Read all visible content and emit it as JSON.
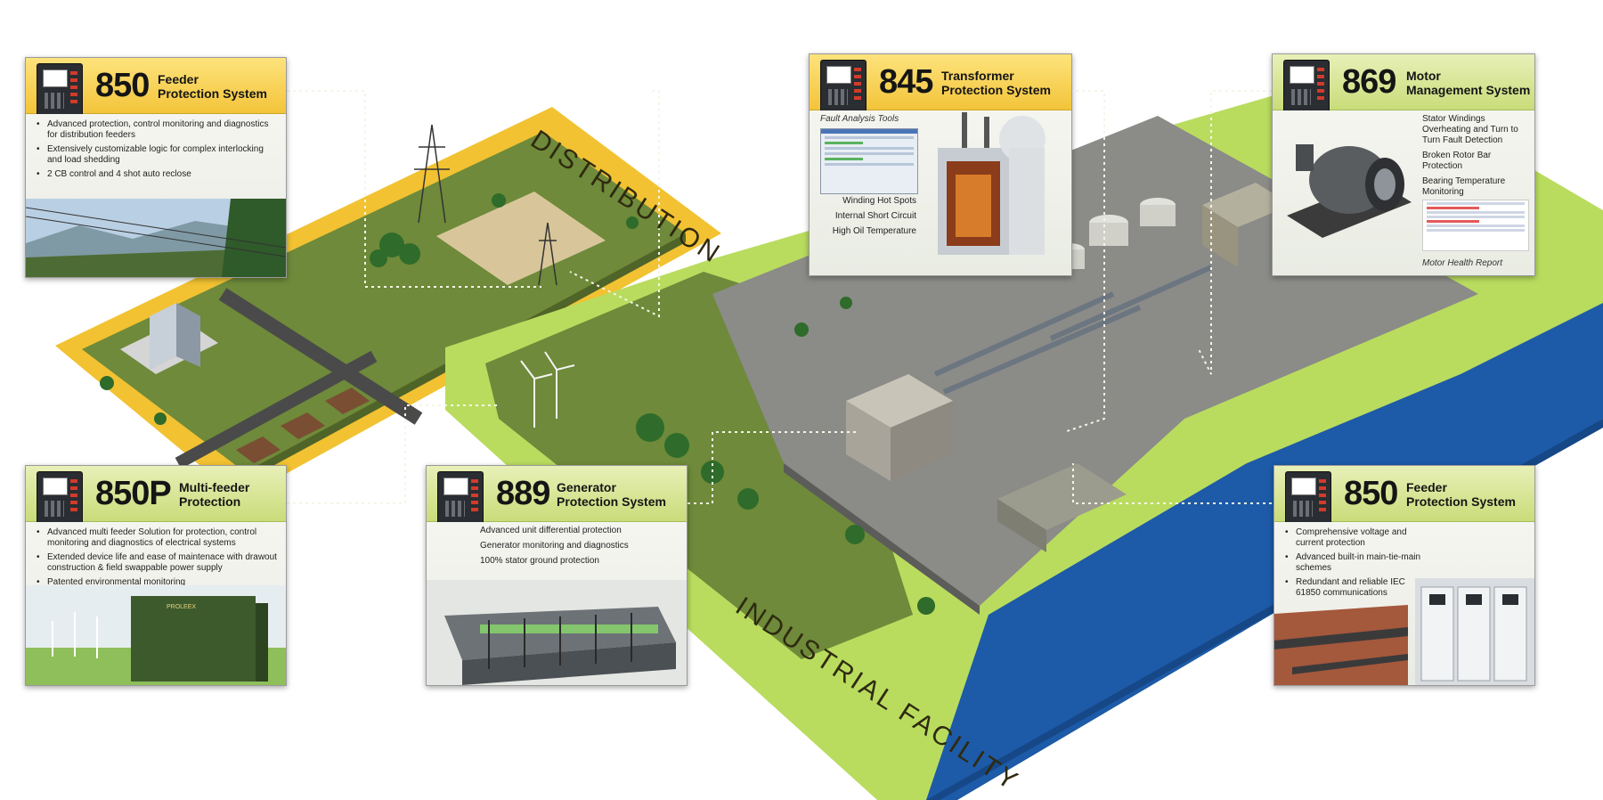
{
  "zones": {
    "distribution": "DISTRIBUTION",
    "industrial": "INDUSTRIAL FACILITY"
  },
  "colors": {
    "distribution_bg": "#f2c232",
    "industrial_bg": "#b9dc5f",
    "grass": "#6e8a3a",
    "water": "#1d5aa8",
    "card_header_yellow": "#f3c43a",
    "card_header_green": "#c9dc7a"
  },
  "cards": {
    "c850a": {
      "number": "850",
      "title_line1": "Feeder",
      "title_line2": "Protection System",
      "bullets": [
        "Advanced protection, control monitoring and diagnostics for distribution feeders",
        "Extensively customizable logic for complex interlocking and load shedding",
        "2 CB control and 4 shot auto reclose"
      ]
    },
    "c850p": {
      "number": "850P",
      "title_line1": "Multi-feeder",
      "title_line2": "Protection",
      "bullets": [
        "Advanced multi feeder Solution for protection, control monitoring and diagnostics of electrical systems",
        "Extended device life and ease of maintenace with drawout construction & field swappable power supply",
        "Patented environmental monitoring"
      ],
      "brand": "PROLEEX"
    },
    "c889": {
      "number": "889",
      "title_line1": "Generator",
      "title_line2": "Protection System",
      "callouts": [
        "Advanced unit differential protection",
        "Generator monitoring and diagnostics",
        "100% stator ground protection"
      ]
    },
    "c845": {
      "number": "845",
      "title_line1": "Transformer",
      "title_line2": "Protection System",
      "tools_label": "Fault Analysis Tools",
      "callouts": [
        "Winding Hot Spots",
        "Internal Short Circuit",
        "High Oil Temperature"
      ]
    },
    "c869": {
      "number": "869",
      "title_line1": "Motor",
      "title_line2": "Management System",
      "callouts": [
        "Stator Windings Overheating and Turn to Turn Fault Detection",
        "Broken Rotor Bar Protection",
        "Bearing Temperature Monitoring"
      ],
      "report_label": "Motor Health Report"
    },
    "c850b": {
      "number": "850",
      "title_line1": "Feeder",
      "title_line2": "Protection System",
      "bullets": [
        "Comprehensive voltage and current protection",
        "Advanced built-in main-tie-main schemes",
        "Redundant and reliable IEC 61850 communications"
      ]
    }
  },
  "icons": [
    "relay-device-icon",
    "transmission-tower-icon",
    "wind-turbine-icon",
    "building-icon",
    "tree-icon",
    "storage-tank-icon"
  ]
}
